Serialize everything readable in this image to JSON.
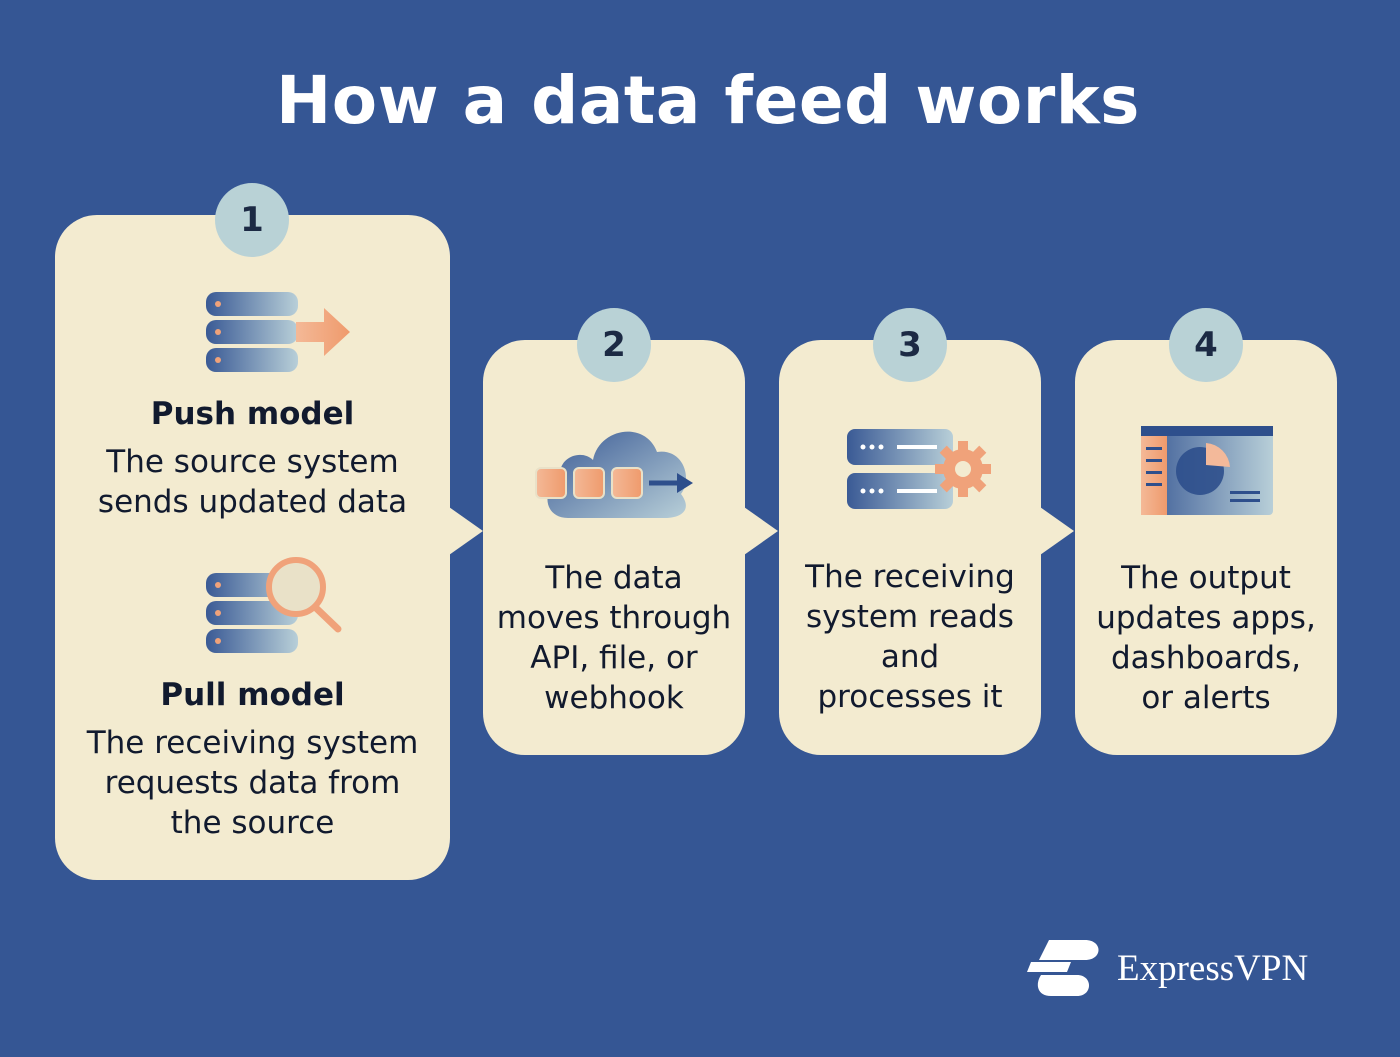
{
  "title": "How a data feed works",
  "steps": [
    {
      "number": "1",
      "push_heading": "Push model",
      "push_text_1": "The source system",
      "push_text_2": "sends updated data",
      "pull_heading": "Pull model",
      "pull_text_1": "The receiving system",
      "pull_text_2": "requests data from",
      "pull_text_3": "the source"
    },
    {
      "number": "2",
      "line_1": "The data",
      "line_2": "moves through",
      "line_3": "API, file, or",
      "line_4": "webhook"
    },
    {
      "number": "3",
      "line_1": "The receiving",
      "line_2": "system reads",
      "line_3": "and",
      "line_4": "processes it"
    },
    {
      "number": "4",
      "line_1": "The output",
      "line_2": "updates apps,",
      "line_3": "dashboards,",
      "line_4": "or alerts"
    }
  ],
  "brand": "ExpressVPN",
  "colors": {
    "background": "#355694",
    "card": "#f3ebd0",
    "badge": "#b9d2d6",
    "accent": "#f0a27a",
    "icon_blue": "#3f5f98"
  },
  "icons": [
    "database-push-icon",
    "database-search-icon",
    "cloud-transfer-icon",
    "server-gear-icon",
    "dashboard-chart-icon",
    "expressvpn-logo-icon"
  ]
}
